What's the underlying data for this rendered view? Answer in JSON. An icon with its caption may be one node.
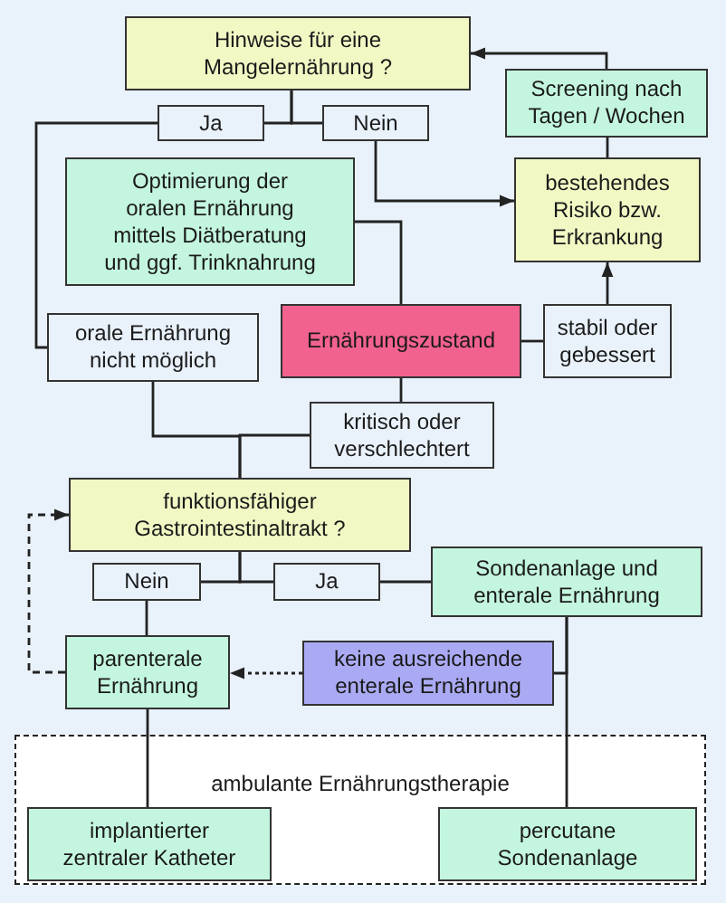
{
  "diagram": {
    "nodes": [
      {
        "text": [
          "Hinweise für eine Mangelernährung ?"
        ]
      },
      {
        "text": [
          "Ja"
        ]
      },
      {
        "text": [
          "Nein"
        ]
      },
      {
        "text": [
          "Screening nach Tagen / Wochen"
        ]
      },
      {
        "text": [
          "Optimierung der oralen Ernährung mittels Diätberatung und ggf. Trinknahrung"
        ]
      },
      {
        "text": [
          "bestehendes Risiko bzw. Erkrankung"
        ]
      },
      {
        "text": [
          "orale Ernährung nicht möglich"
        ]
      },
      {
        "text": [
          "Ernährungszustand"
        ]
      },
      {
        "text": [
          "stabil oder gebessert"
        ]
      },
      {
        "text": [
          "kritisch oder verschlechtert"
        ]
      },
      {
        "text": [
          "funktionsfähiger Gastrointestinaltrakt ?"
        ]
      },
      {
        "text": [
          "Nein"
        ]
      },
      {
        "text": [
          "Ja"
        ]
      },
      {
        "text": [
          "Sondenanlage und enterale Ernährung"
        ]
      },
      {
        "text": [
          "parenterale Ernährung"
        ]
      },
      {
        "text": [
          "keine ausreichende enterale Ernährung"
        ]
      },
      {
        "text": [
          "ambulante Ernährungstherapie"
        ]
      },
      {
        "text": [
          "implantierter zentraler Katheter"
        ],
        "in": 16
      },
      {
        "text": [
          "percutane Sondenanlage"
        ],
        "in": 16
      }
    ],
    "edges": [
      {
        "from": 0,
        "to": 1,
        "arrow": "none"
      },
      {
        "from": 0,
        "to": 2,
        "arrow": "none"
      },
      {
        "from": 3,
        "to": 0,
        "arrow": "to"
      },
      {
        "from": 5,
        "to": 3,
        "arrow": "none"
      },
      {
        "from": 2,
        "to": 5,
        "arrow": "to"
      },
      {
        "from": 1,
        "to": 6,
        "arrow": "none"
      },
      {
        "from": 4,
        "to": 7,
        "arrow": "none"
      },
      {
        "from": 7,
        "to": 8,
        "arrow": "none"
      },
      {
        "from": 8,
        "to": 5,
        "arrow": "to"
      },
      {
        "from": 7,
        "to": 9,
        "arrow": "none"
      },
      {
        "from": 6,
        "to": 10,
        "arrow": "none"
      },
      {
        "from": 9,
        "to": 10,
        "arrow": "none"
      },
      {
        "from": 10,
        "to": 11,
        "arrow": "none"
      },
      {
        "from": 10,
        "to": 12,
        "arrow": "none"
      },
      {
        "from": 12,
        "to": 13,
        "arrow": "none"
      },
      {
        "from": 11,
        "to": 14,
        "arrow": "none"
      },
      {
        "from": 13,
        "to": 15,
        "arrow": "none"
      },
      {
        "from": 13,
        "to": 18,
        "arrow": "none"
      },
      {
        "from": 15,
        "to": 14,
        "arrow": "to",
        "style": "dashed"
      },
      {
        "from": 14,
        "to": 10,
        "arrow": "to",
        "style": "dashed"
      },
      {
        "from": 14,
        "to": 17,
        "arrow": "none"
      }
    ]
  }
}
